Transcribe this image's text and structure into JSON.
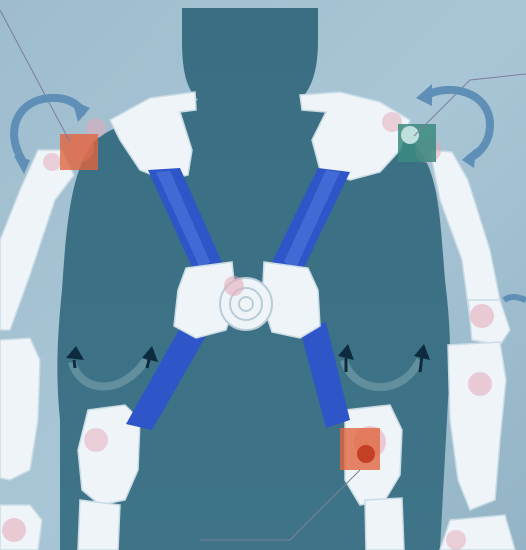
{
  "scene": {
    "description_label": "",
    "colors": {
      "background_light": "#a9c6d6",
      "background_mid": "#8fb1c4",
      "torso": "#3f7387",
      "torso_dark": "#2f6173",
      "harness_blue": "#2f56c8",
      "harness_blue_light": "#4f78de",
      "shell_white": "#eef4f7",
      "shell_shadow": "#c9dbe4",
      "joint_pink": "#e6a7b8",
      "marker_orange": "#e0653e",
      "marker_teal": "#3b8a80",
      "rotation_arrow": "#5f8fb6",
      "callout_line": "#7d7f9a",
      "rotation_arrow_dark": "#0e2a3f"
    },
    "icons": [
      "left-shoulder-rotation-arrow-icon",
      "right-shoulder-rotation-arrow-icon",
      "left-hip-rotation-arrow-icon",
      "right-hip-rotation-arrow-icon"
    ],
    "markers": [
      "left-shoulder-marker",
      "right-shoulder-marker",
      "right-hip-marker"
    ]
  }
}
